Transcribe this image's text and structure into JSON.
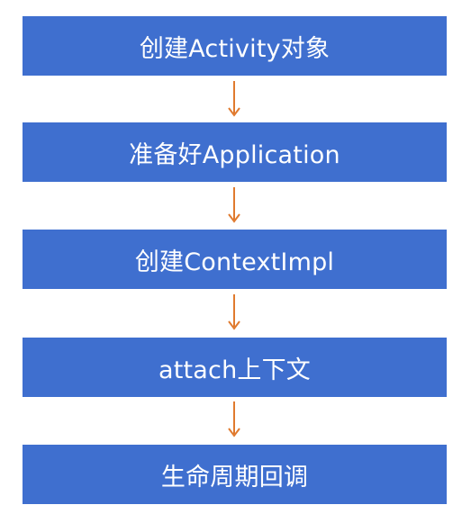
{
  "flow": {
    "steps": [
      {
        "label": "创建Activity对象"
      },
      {
        "label": "准备好Application"
      },
      {
        "label": "创建ContextImpl"
      },
      {
        "label": "attach上下文"
      },
      {
        "label": "生命周期回调"
      }
    ],
    "colors": {
      "box": "#3f6fcf",
      "text": "#ffffff",
      "arrow": "#e07a2e"
    }
  }
}
